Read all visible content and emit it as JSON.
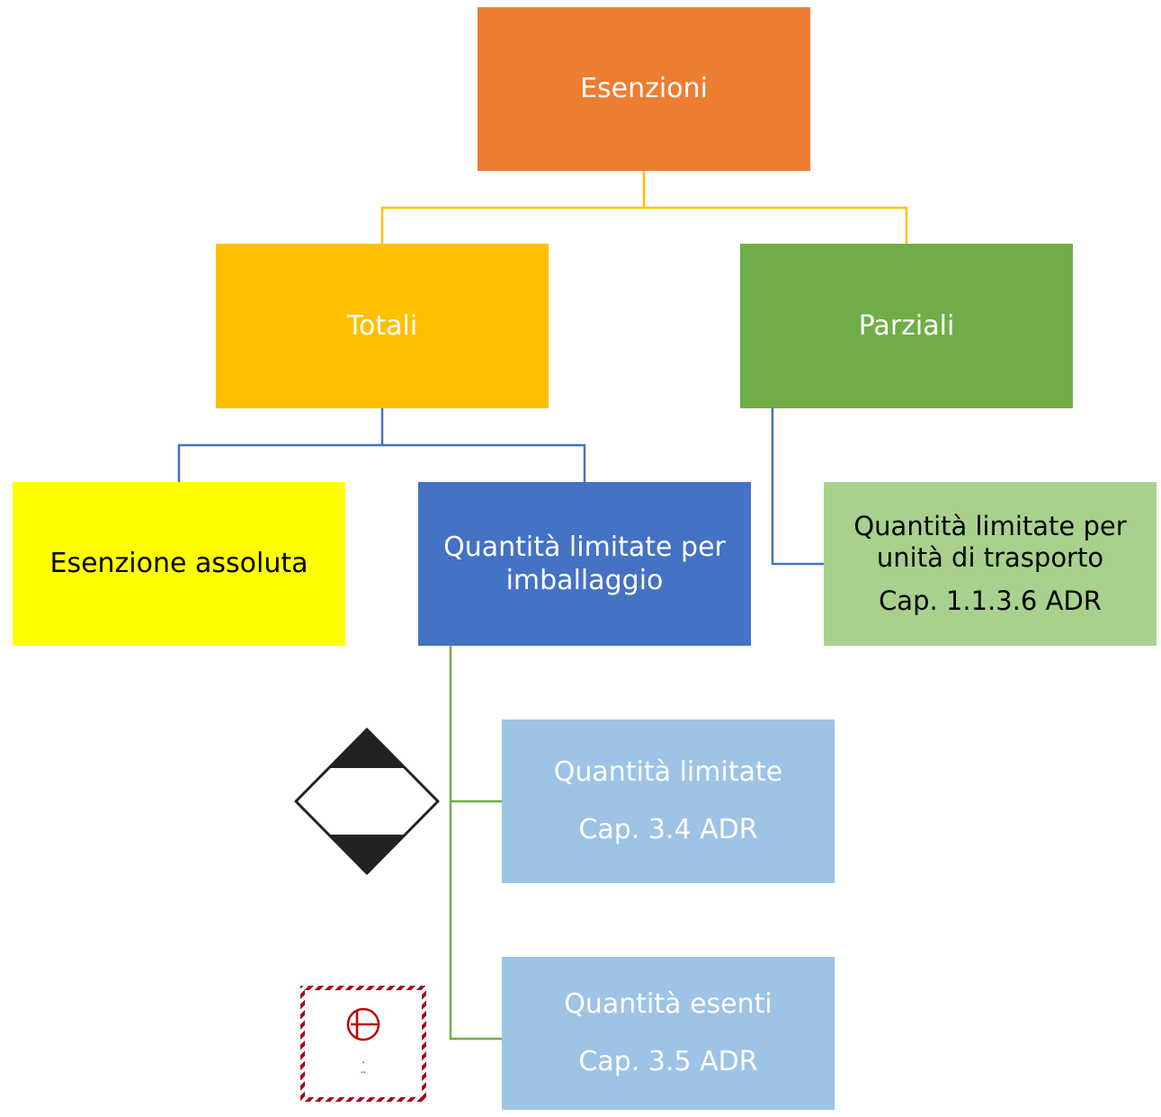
{
  "colors": {
    "root": "#ED7D31",
    "totali": "#FFC000",
    "parziali": "#70AD47",
    "assoluta": "#FFFF00",
    "imballaggio": "#4472C4",
    "trasporto": "#A9D18E",
    "sub_boxes": "#9DC3E6",
    "connector_root": "#FFC000",
    "connector_totali": "#4472C4",
    "connector_parziali": "#4472C4",
    "connector_imballaggio": "#70AD47",
    "eq_mark_border": "#A50021"
  },
  "nodes": {
    "root": {
      "label": "Esenzioni"
    },
    "totali": {
      "label": "Totali"
    },
    "parziali": {
      "label": "Parziali"
    },
    "assoluta": {
      "label": "Esenzione assoluta"
    },
    "imballaggio": {
      "lines": [
        "Quantità limitate per",
        "imballaggio"
      ]
    },
    "trasporto": {
      "lines": [
        "Quantità limitate per",
        "unità di trasporto",
        "Cap. 1.1.3.6 ADR"
      ]
    },
    "limitate": {
      "lines": [
        "Quantità limitate",
        "Cap. 3.4 ADR"
      ]
    },
    "esenti": {
      "lines": [
        "Quantità esenti",
        "Cap. 3.5 ADR"
      ]
    }
  },
  "marks": {
    "limited_quantity": {
      "icon": "limited-quantity-diamond-icon"
    },
    "excepted_quantity": {
      "icon": "excepted-quantity-label-icon",
      "line1": "*",
      "line2": "**"
    }
  }
}
